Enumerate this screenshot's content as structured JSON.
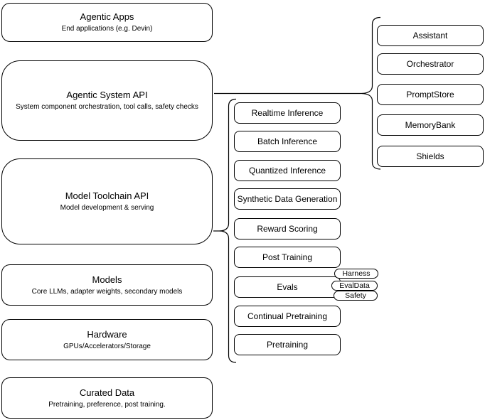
{
  "left_boxes": [
    {
      "title": "Agentic Apps",
      "subtitle": "End applications (e.g. Devin)"
    },
    {
      "title": "Agentic System API",
      "subtitle": "System component orchestration, tool calls, safety checks"
    },
    {
      "title": "Model Toolchain API",
      "subtitle": "Model development & serving"
    },
    {
      "title": "Models",
      "subtitle": "Core LLMs, adapter weights, secondary models"
    },
    {
      "title": "Hardware",
      "subtitle": "GPUs/Accelerators/Storage"
    },
    {
      "title": "Curated Data",
      "subtitle": "Pretraining, preference, post training."
    }
  ],
  "toolchain_boxes": [
    "Realtime Inference",
    "Batch Inference",
    "Quantized Inference",
    "Synthetic Data Generation",
    "Reward Scoring",
    "Post Training",
    "Evals",
    "Continual Pretraining",
    "Pretraining"
  ],
  "eval_pills": [
    "Harness",
    "EvalData",
    "Safety"
  ],
  "system_boxes": [
    "Assistant",
    "Orchestrator",
    "PromptStore",
    "MemoryBank",
    "Shields"
  ],
  "colors": {
    "stroke": "#000000",
    "background": "#ffffff",
    "text": "#000000"
  }
}
